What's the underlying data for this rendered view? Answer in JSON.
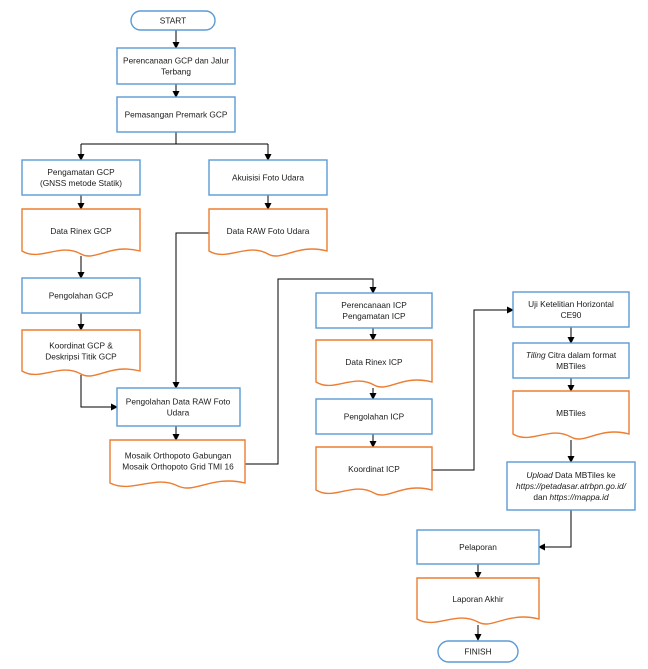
{
  "nodes": {
    "start": {
      "lines": [
        "START"
      ]
    },
    "plan_gcp": {
      "lines": [
        "Perencanaan GCP dan Jalur",
        "Terbang"
      ]
    },
    "premark": {
      "lines": [
        "Pemasangan Premark GCP"
      ]
    },
    "obs_gcp": {
      "lines": [
        "Pengamatan GCP",
        "(GNSS metode Statik)"
      ]
    },
    "akuisisi": {
      "lines": [
        "Akuisisi Foto Udara"
      ]
    },
    "rinex_gcp": {
      "lines": [
        "Data Rinex GCP"
      ]
    },
    "raw_foto": {
      "lines": [
        "Data RAW Foto Udara"
      ]
    },
    "olah_gcp": {
      "lines": [
        "Pengolahan GCP"
      ]
    },
    "koord_gcp": {
      "lines": [
        "Koordinat GCP &",
        "Deskripsi Titik GCP"
      ]
    },
    "olah_raw": {
      "lines": [
        "Pengolahan Data RAW Foto",
        "Udara"
      ]
    },
    "mosaik": {
      "lines": [
        "Mosaik Orthopoto Gabungan",
        "Mosaik Orthopoto Grid TMI 16"
      ]
    },
    "plan_icp": {
      "lines": [
        "Perencanaan ICP",
        "Pengamatan ICP"
      ]
    },
    "rinex_icp": {
      "lines": [
        "Data Rinex ICP"
      ]
    },
    "olah_icp": {
      "lines": [
        "Pengolahan ICP"
      ]
    },
    "koord_icp": {
      "lines": [
        "Koordinat ICP"
      ]
    },
    "uji": {
      "lines": [
        "Uji Ketelitian Horizontal",
        "CE90"
      ]
    },
    "tiling": {
      "lines": [
        "Tiling Citra dalam format",
        "MBTiles"
      ],
      "italic_prefix": "Tiling"
    },
    "mbtiles": {
      "lines": [
        "MBTiles"
      ]
    },
    "upload": {
      "lines": [
        "Upload Data MBTiles ke",
        "https://petadasar.atrbpn.go.id/",
        "dan https://mappa.id"
      ]
    },
    "pelaporan": {
      "lines": [
        "Pelaporan"
      ]
    },
    "laporan": {
      "lines": [
        "Laporan Akhir"
      ]
    },
    "finish": {
      "lines": [
        "FINISH"
      ]
    }
  },
  "colors": {
    "process_border": "#5b9bd5",
    "document_border": "#ed7d31",
    "edge": "#000000"
  }
}
